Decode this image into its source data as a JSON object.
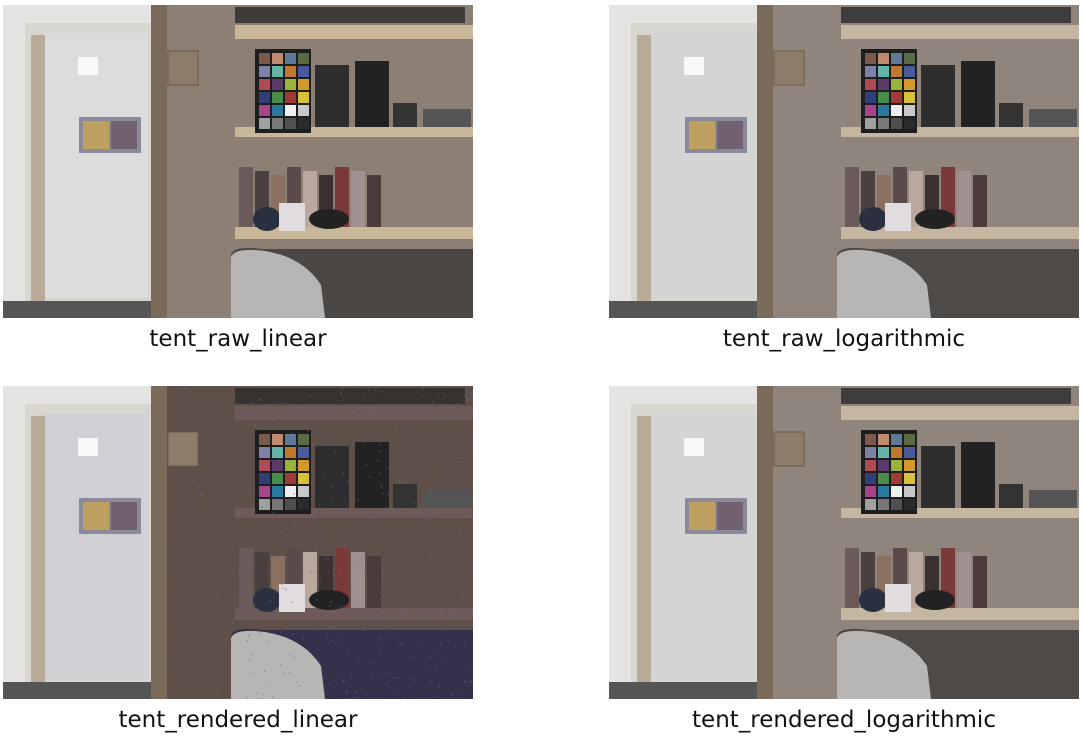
{
  "panels": [
    {
      "caption": "tent_raw_linear",
      "tone": "raw"
    },
    {
      "caption": "tent_raw_logarithmic",
      "tone": "log"
    },
    {
      "caption": "tent_rendered_linear",
      "tone": "dark"
    },
    {
      "caption": "tent_rendered_logarithmic",
      "tone": "log"
    }
  ],
  "tones": {
    "raw": {
      "wall": "#8c7f74",
      "hall": "#dcdcdc",
      "shelf": "#c9b79a",
      "couch": "#4a4745",
      "noise": 0
    },
    "log": {
      "wall": "#8f857c",
      "hall": "#d4d4d4",
      "shelf": "#c4b6a0",
      "couch": "#4d4a48",
      "noise": 0
    },
    "dark": {
      "wall": "#5e5049",
      "hall": "#d0d0d4",
      "shelf": "#6f5a5a",
      "couch": "#33324a",
      "noise": 1
    }
  }
}
